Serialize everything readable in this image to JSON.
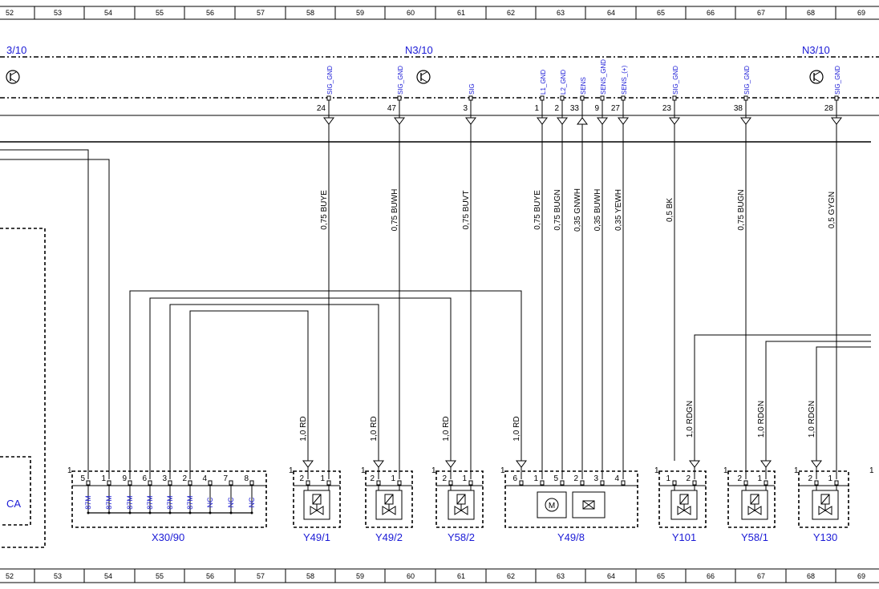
{
  "grid_numbers": [
    "52",
    "53",
    "54",
    "55",
    "56",
    "57",
    "58",
    "59",
    "60",
    "61",
    "62",
    "63",
    "64",
    "65",
    "66",
    "67",
    "68",
    "69"
  ],
  "ecu": {
    "left_label": "3/10",
    "center_label": "N3/10",
    "right_label": "N3/10"
  },
  "ecu_pins": [
    {
      "name": "SIG_GND",
      "num": "24"
    },
    {
      "name": "SIG_GND",
      "num": "47"
    },
    {
      "name": "SIG",
      "num": "3"
    },
    {
      "name": "L1_GND",
      "num": "1"
    },
    {
      "name": "L2_GND",
      "num": "2"
    },
    {
      "name": "SENS",
      "num": "33"
    },
    {
      "name": "SENS_GND",
      "num": "9"
    },
    {
      "name": "SENS_(+)",
      "num": "27"
    },
    {
      "name": "SIG_GND",
      "num": "23"
    },
    {
      "name": "SIG_GND",
      "num": "38"
    },
    {
      "name": "SIG_GND",
      "num": "28"
    }
  ],
  "wires": [
    "0,75 BUYE",
    "0,75 BUWH",
    "0,75 BUVT",
    "0,75 BUYE",
    "0,75 BUGN",
    "0,35 GNWH",
    "0,35 BUWH",
    "0,35 YEWH",
    "0,5 BK",
    "0,75 BUGN",
    "0,5 GYGN"
  ],
  "rd_wires": [
    "1,0 RD",
    "1,0 RD",
    "1,0 RD",
    "1,0 RD"
  ],
  "rdgn_wires": [
    "1,0 RDGN",
    "1,0 RDGN",
    "1,0 RDGN"
  ],
  "connector_x30": {
    "label": "X30/90",
    "corner": "1",
    "pins": [
      "5",
      "1",
      "9",
      "6",
      "3",
      "2",
      "4",
      "7",
      "8"
    ],
    "pin_names": [
      "87M",
      "87M",
      "87M",
      "87M",
      "87M",
      "87M",
      "NC",
      "NC",
      "NC"
    ]
  },
  "components": [
    {
      "label": "Y49/1",
      "corner": "1",
      "pins": [
        "2",
        "1"
      ]
    },
    {
      "label": "Y49/2",
      "corner": "1",
      "pins": [
        "2",
        "1"
      ]
    },
    {
      "label": "Y58/2",
      "corner": "1",
      "pins": [
        "2",
        "1"
      ]
    },
    {
      "label": "Y49/8",
      "corner": "1",
      "pins": [
        "6",
        "1",
        "5",
        "2",
        "3",
        "4"
      ]
    },
    {
      "label": "Y101",
      "corner": "1",
      "pins": [
        "1",
        "2"
      ]
    },
    {
      "label": "Y58/1",
      "corner": "1",
      "pins": [
        "2",
        "1"
      ]
    },
    {
      "label": "Y130",
      "corner": "1",
      "pins": [
        "2",
        "1"
      ]
    }
  ],
  "left_partial_label": "CA",
  "right_corner": "1"
}
